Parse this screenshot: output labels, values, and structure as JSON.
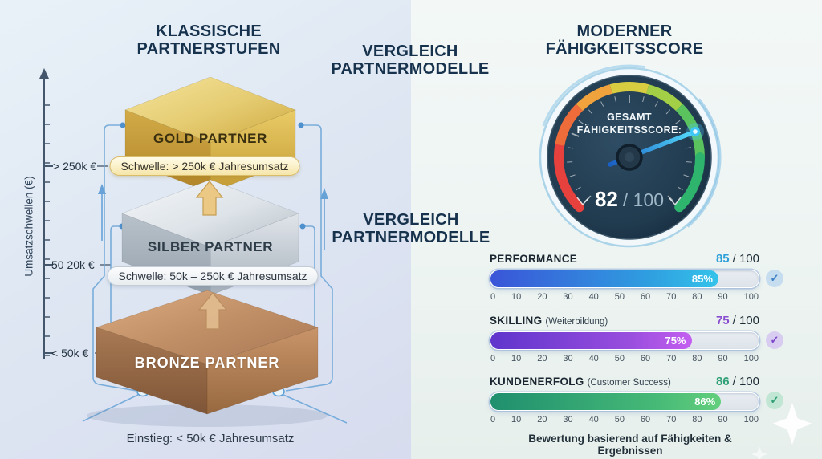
{
  "left": {
    "title": [
      "KLASSISCHE",
      "PARTNERSTUFEN"
    ],
    "axis_label": "Umsatzschwellen (€)",
    "axis_ticks": [
      "> 250k €",
      "50 20k €",
      "< 50k €"
    ],
    "tiers": [
      {
        "name": "GOLD PARTNER",
        "badge": "Schwelle: > 250k € Jahresumsatz"
      },
      {
        "name": "SILBER PARTNER",
        "badge": "Schwelle: 50k – 250k € Jahresumsatz"
      },
      {
        "name": "BRONZE PARTNER"
      }
    ],
    "entry_note": "Einstieg: < 50k € Jahresumsatz"
  },
  "middle": {
    "title": [
      "VERGLEICH",
      "PARTNERMODELLE"
    ]
  },
  "right": {
    "title": [
      "MODERNER",
      "FÄHIGKEITSSCORE"
    ],
    "gauge": {
      "label": [
        "GESAMT",
        "FÄHIGKEITSSCORE:"
      ],
      "value": "82",
      "max_suffix": "/ 100"
    },
    "scale_ticks": [
      "0",
      "10",
      "20",
      "30",
      "40",
      "50",
      "60",
      "70",
      "80",
      "90",
      "100"
    ],
    "check_glyph": "✓",
    "scores": [
      {
        "label": "PERFORMANCE",
        "sublabel": "",
        "value": "85",
        "max_suffix": "/ 100",
        "pct": 85,
        "bar_label": "85%",
        "accent": "#2e9fd8"
      },
      {
        "label": "SKILLING",
        "sublabel": "(Weiterbildung)",
        "value": "75",
        "max_suffix": "/ 100",
        "pct": 75,
        "bar_label": "75%",
        "accent": "#8a4fd0"
      },
      {
        "label": "KUNDENERFOLG",
        "sublabel": "(Customer Success)",
        "value": "86",
        "max_suffix": "/ 100",
        "pct": 86,
        "bar_label": "86%",
        "accent": "#2fa077"
      }
    ],
    "caption": "Bewertung basierend auf Fähigkeiten & Ergebnissen"
  },
  "palette": {
    "heading_navy": "#17324d",
    "gauge_face": "#1d3547",
    "gauge_arc": [
      "#e6413c",
      "#ee6c3a",
      "#f0a23c",
      "#d8cc41",
      "#a2cf45",
      "#5ac35e",
      "#2eb46c"
    ],
    "needle": [
      "#1a5fc4",
      "#53d7fa"
    ],
    "gold": "#d9b54a",
    "silver": "#b9c2ca",
    "bronze": "#b1805c"
  },
  "chart_data": [
    {
      "type": "gauge",
      "title": "GESAMT FÄHIGKEITSSCORE",
      "value": 82,
      "range": [
        0,
        100
      ]
    },
    {
      "type": "bar",
      "title": "Moderner Fähigkeitsscore – Teilwerte",
      "categories": [
        "PERFORMANCE",
        "SKILLING (Weiterbildung)",
        "KUNDENERFOLG (Customer Success)"
      ],
      "values": [
        85,
        75,
        86
      ],
      "xlabel": "",
      "ylabel": "",
      "xlim": [
        0,
        100
      ],
      "tick_step": 10,
      "annotations": [
        "85%",
        "75%",
        "86%"
      ]
    },
    {
      "type": "table",
      "title": "Klassische Partnerstufen (Umsatzschwellen €)",
      "categories": [
        "GOLD PARTNER",
        "SILBER PARTNER",
        "BRONZE PARTNER"
      ],
      "values": [
        "> 250k € Jahresumsatz",
        "50k – 250k € Jahresumsatz",
        "< 50k € Jahresumsatz (Einstieg)"
      ]
    }
  ]
}
